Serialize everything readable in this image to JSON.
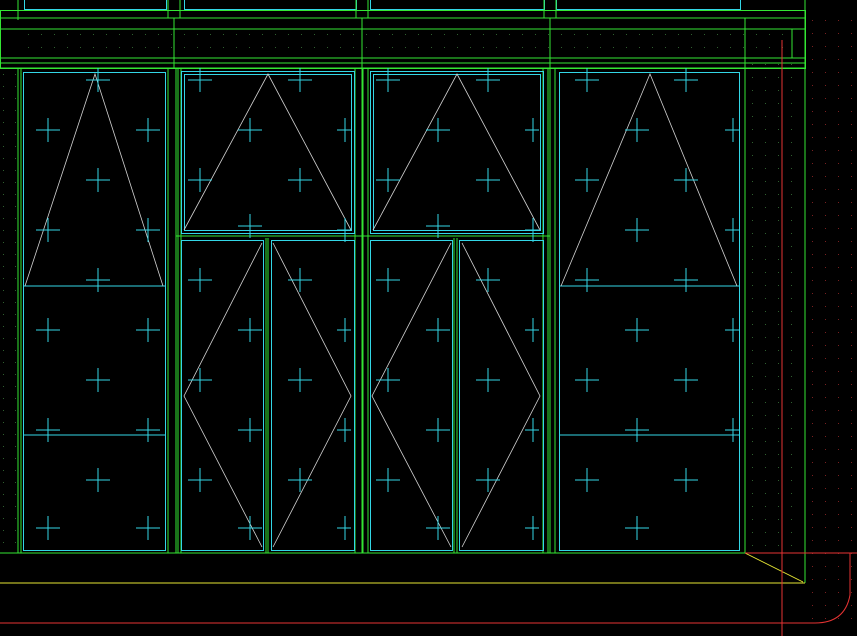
{
  "drawing": {
    "view": "front-elevation",
    "subject": "window-wall"
  },
  "colors": {
    "background": "#000000",
    "frame": "#33e633",
    "glazing": "#33d6e6",
    "marker": "#33d6e6",
    "opening": "#d2d2d2",
    "datum": "#e6e633",
    "edge": "#e63333",
    "grid_dot": "#2f5f2f",
    "red_dot": "#7a2020"
  },
  "layout": {
    "window_units": 4,
    "awning_sashes": 2,
    "casement_sashes": 4
  }
}
